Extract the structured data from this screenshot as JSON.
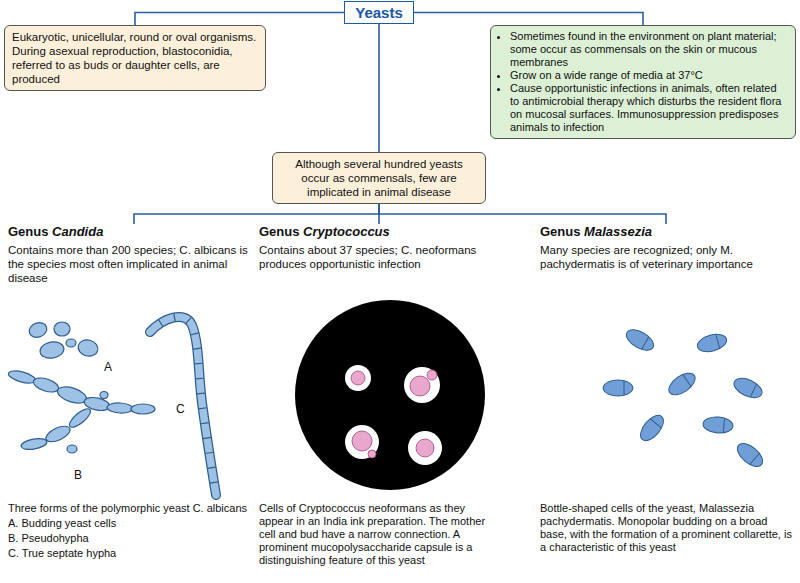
{
  "diagram": {
    "nodes": [
      {
        "text": [
          "Yeasts"
        ]
      },
      {
        "text": [
          "Eukaryotic, unicellular, round or oval organisms. During asexual reproduction, blastoconidia, referred to as buds or daughter cells, are produced"
        ]
      },
      {
        "text": [
          "Sometimes found in the environment on plant material; some occur as commensals on the skin or mucous membranes",
          "Grow on a wide range of media at 37°C",
          "Cause opportunistic infections in animals, often related to antimicrobial therapy which disturbs the resident flora on mucosal surfaces. Immunosuppression predisposes animals to infection"
        ]
      },
      {
        "text": [
          "Although several hundred yeasts occur as commensals, few are implicated in animal disease"
        ]
      },
      {
        "text": [
          "Genus Candida",
          "Contains more than 200 species; C. albicans is the species most often implicated in animal disease",
          "Three forms of the polymorphic yeast C. albicans",
          "A. Budding yeast cells",
          "B. Pseudohypha",
          "C. True septate hypha"
        ]
      },
      {
        "text": [
          "Genus Cryptococcus",
          "Contains about 37 species; C. neoformans produces opportunistic infection",
          "Cells of Cryptococcus neoformans as they appear in an India ink preparation. The mother cell and bud have a narrow connection. A prominent mucopolysaccharide capsule is a distinguishing feature of this yeast"
        ]
      },
      {
        "text": [
          "Genus Malassezia",
          "Many species are recognized; only M. pachydermatis is of veterinary importance",
          "Bottle-shaped cells of the yeast, Malassezia pachydermatis. Monopolar budding on a broad base, with the formation of a prominent collarette, is a characteristic of this yeast"
        ]
      }
    ],
    "edges": [
      {
        "from": 0,
        "to": 1,
        "arrow": "none"
      },
      {
        "from": 0,
        "to": 2,
        "arrow": "none"
      },
      {
        "from": 0,
        "to": 3,
        "arrow": "none"
      },
      {
        "from": 3,
        "to": 4,
        "arrow": "none"
      },
      {
        "from": 3,
        "to": 5,
        "arrow": "none"
      },
      {
        "from": 3,
        "to": 6,
        "arrow": "none"
      }
    ],
    "labels": [
      "A",
      "B",
      "C"
    ]
  }
}
